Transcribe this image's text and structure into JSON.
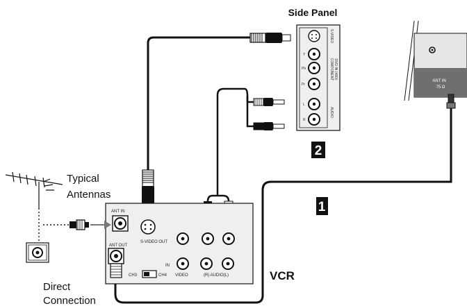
{
  "labels": {
    "side_panel": "Side Panel",
    "typical_antennas_line1": "Typical",
    "typical_antennas_line2": "Antennas",
    "direct_connection_line1": "Direct",
    "direct_connection_line2": "Connection",
    "vcr": "VCR",
    "badge_1": "1",
    "badge_2": "2"
  },
  "vcr_panel": {
    "ant_in": "ANT IN",
    "ant_out": "ANT OUT",
    "s_video_out": "S-VIDEO  OUT",
    "in": "IN",
    "ch3": "CH3",
    "ch4": "CH4",
    "video": "VIDEO",
    "audio": "(R)  AUDIO(L)"
  },
  "side_panel_text": {
    "s_video": "S-VIDEO",
    "component": "COMPONENT",
    "dvd_in": "DVD IN (480i)",
    "y": "Y",
    "pb": "Pb",
    "pr": "Pr",
    "audio": "AUDIO",
    "l": "L",
    "r": "R"
  },
  "tv": {
    "ant_in": "ANT IN",
    "ohm": "75 Ω"
  },
  "colors": {
    "line": "#111111",
    "panel_fill": "#eeeeee",
    "tv_panel": "#e4e4e4",
    "tv_inset": "#6f6f6f",
    "badge_fill": "#111111",
    "badge_text": "#ffffff"
  }
}
